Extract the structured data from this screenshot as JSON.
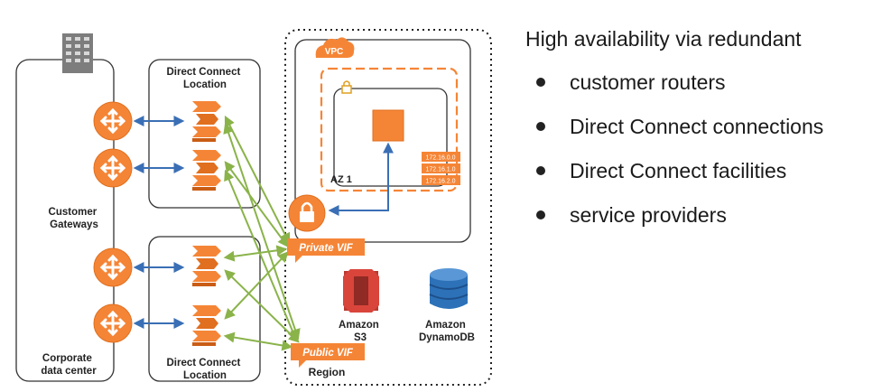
{
  "diagram": {
    "corporate_label": [
      "Corporate",
      "data center"
    ],
    "customer_gateways_label": [
      "Customer",
      "Gateways"
    ],
    "dc_location_top": [
      "Direct Connect",
      "Location"
    ],
    "dc_location_bottom": [
      "Direct Connect",
      "Location"
    ],
    "vpc_label": "VPC",
    "az_label": "AZ 1",
    "route_entries": [
      "172.16.0.0",
      "172.16.1.0",
      "172.16.2.0"
    ],
    "private_vif": "Private VIF",
    "public_vif": "Public VIF",
    "region_label": "Region",
    "s3_label": [
      "Amazon",
      "S3"
    ],
    "dynamodb_label": [
      "Amazon",
      "DynamoDB"
    ],
    "colors": {
      "orange": "#f58536",
      "orange_dark": "#e06f1f",
      "link_blue": "#3a6fb5",
      "link_green": "#8ab34a",
      "s3_red": "#d9453b",
      "dynamo_blue": "#2d72b8"
    }
  },
  "bullets": {
    "heading": "High availability via redundant",
    "items": [
      "customer routers",
      "Direct Connect connections",
      "Direct Connect facilities",
      "service providers"
    ]
  }
}
